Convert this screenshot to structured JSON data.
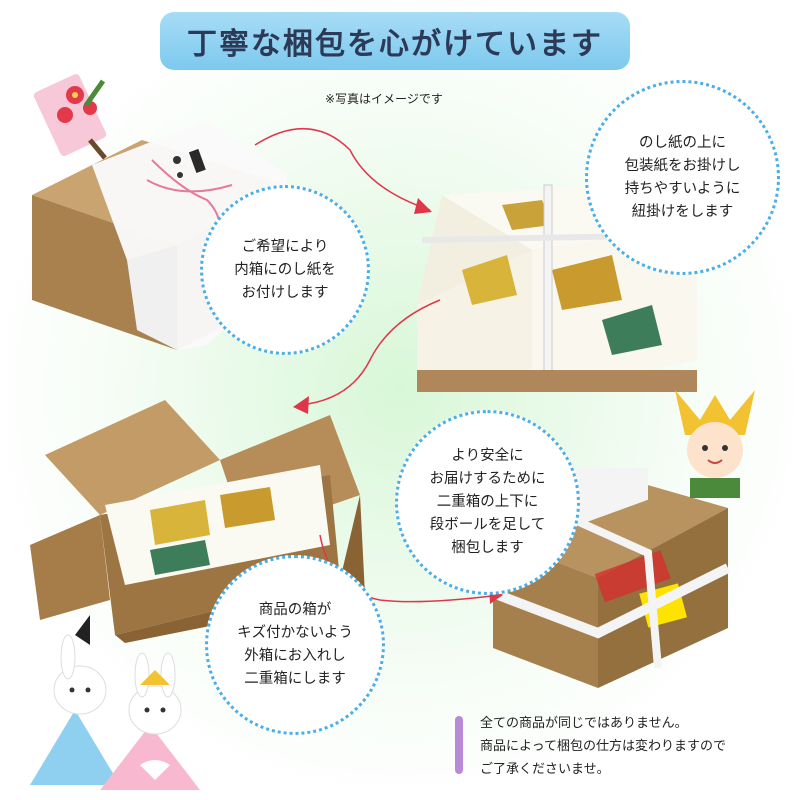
{
  "title": "丁寧な梱包を心がけています",
  "photo_note": "※写真はイメージです",
  "bubbles": [
    {
      "id": "noshi",
      "lines": [
        "ご希望により",
        "内箱にのし紙を",
        "お付けします"
      ]
    },
    {
      "id": "wrap",
      "lines": [
        "のし紙の上に",
        "包装紙をお掛けし",
        "持ちやすいように",
        "紐掛けをします"
      ]
    },
    {
      "id": "outer",
      "lines": [
        "商品の箱が",
        "キズ付かないよう",
        "外箱にお入れし",
        "二重箱にします"
      ]
    },
    {
      "id": "safe",
      "lines": [
        "より安全に",
        "お届けするために",
        "二重箱の上下に",
        "段ボールを足して",
        "梱包します"
      ]
    }
  ],
  "footer": [
    "全ての商品が同じではありません。",
    "商品によって梱包の仕方は変わりますので",
    "ご了承くださいませ。"
  ],
  "colors": {
    "title_bg": "#7dc9ee",
    "bubble_border": "#4aaee8",
    "arrow": "#e0364a",
    "cardboard": "#b0875a",
    "footer_bar": "#b98ad6"
  }
}
